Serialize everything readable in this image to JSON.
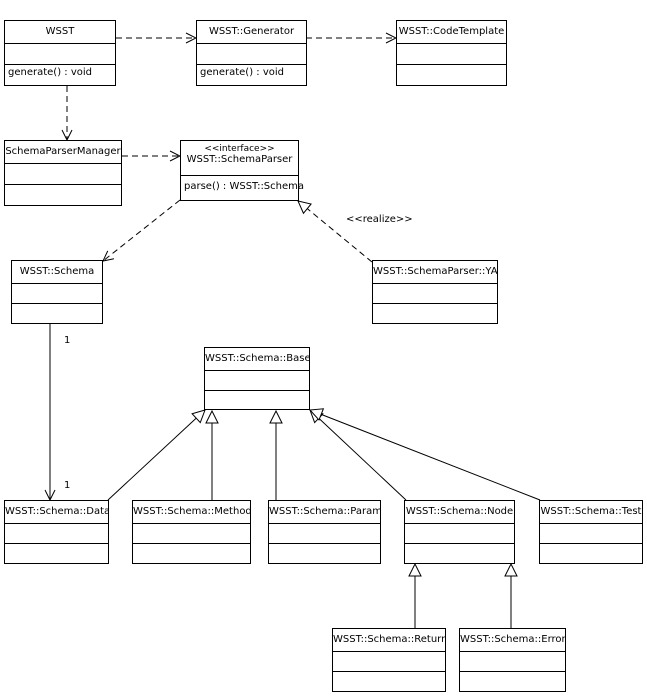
{
  "classes": {
    "wsst": {
      "name": "WSST",
      "methods": "generate() : void"
    },
    "generator": {
      "name": "WSST::Generator",
      "methods": "generate() : void"
    },
    "code_template": {
      "name": "WSST::CodeTemplate"
    },
    "schema_parser_manager": {
      "name": "SchemaParserManager"
    },
    "schema_parser": {
      "stereotype": "<<interface>>",
      "name": "WSST::SchemaParser",
      "methods": "parse() : WSST::Schema"
    },
    "schema": {
      "name": "WSST::Schema"
    },
    "schema_parser_yaml": {
      "name": "WSST::SchemaParser::YAML"
    },
    "schema_base": {
      "name": "WSST::Schema::Base"
    },
    "schema_data": {
      "name": "WSST::Schema::Data"
    },
    "schema_method": {
      "name": "WSST::Schema::Method"
    },
    "schema_param": {
      "name": "WSST::Schema::Param"
    },
    "schema_node": {
      "name": "WSST::Schema::Node"
    },
    "schema_test": {
      "name": "WSST::Schema::Test"
    },
    "schema_return": {
      "name": "WSST::Schema::Return"
    },
    "schema_error": {
      "name": "WSST::Schema::Error"
    }
  },
  "labels": {
    "realize": "<<realize>>",
    "mult_schema": "1",
    "mult_data": "1"
  }
}
